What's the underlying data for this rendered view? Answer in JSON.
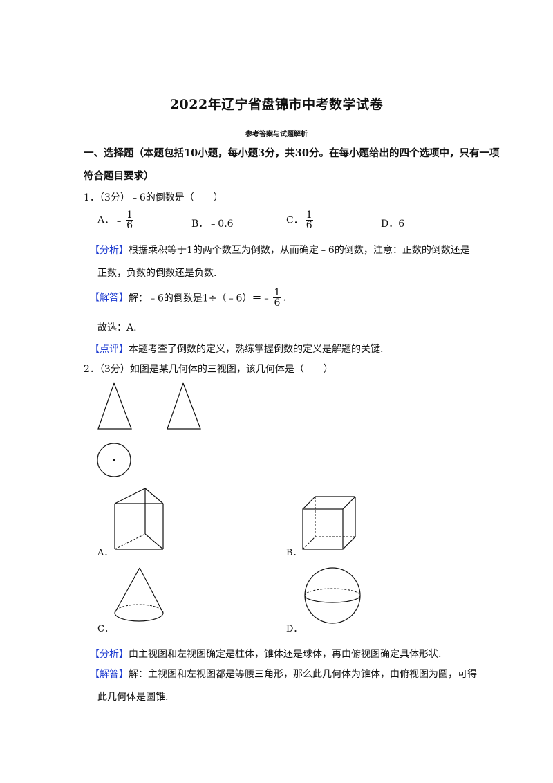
{
  "exam": {
    "title": "2022年辽宁省盘锦市中考数学试卷",
    "subtitle": "参考答案与试题解析"
  },
  "section1": {
    "heading_line1": "一、选择题（本题包括10小题，每小题3分，共30分。在每小题给出的四个选项中，只有一项",
    "heading_line2": "符合题目要求）"
  },
  "q1": {
    "stem": "1．（3分）﹣6的倒数是（　　）",
    "option_a_prefix": "A．",
    "option_a_sign": "﹣",
    "option_a_num": "1",
    "option_a_den": "6",
    "option_b": "B．﹣0.6",
    "option_c_prefix": "C．",
    "option_c_num": "1",
    "option_c_den": "6",
    "option_d": "D．6",
    "analysis_tag": "【分析】",
    "analysis_line1": "根据乘积等于1的两个数互为倒数，从而确定﹣6的倒数，注意：正数的倒数还是",
    "analysis_line2": "正数，负数的倒数还是负数.",
    "answer_tag": "【解答】",
    "answer_text": "解：﹣6的倒数是1÷（﹣6）＝﹣",
    "answer_num": "1",
    "answer_den": "6",
    "answer_end": ".",
    "choice": "故选：A.",
    "comment_tag": "【点评】",
    "comment_text": "本题考查了倒数的定义，熟练掌握倒数的定义是解题的关键."
  },
  "q2": {
    "stem": "2．（3分）如图是某几何体的三视图，该几何体是（　　）",
    "label_a": "A．",
    "label_b": "B．",
    "label_c": "C．",
    "label_d": "D．",
    "analysis_tag": "【分析】",
    "analysis_text": "由主视图和左视图确定是柱体，锥体还是球体，再由俯视图确定具体形状.",
    "answer_tag": "【解答】",
    "answer_line1": "解：主视图和左视图都是等腰三角形，那么此几何体为锥体，由俯视图为圆，可得",
    "answer_line2": "此几何体是圆锥."
  }
}
